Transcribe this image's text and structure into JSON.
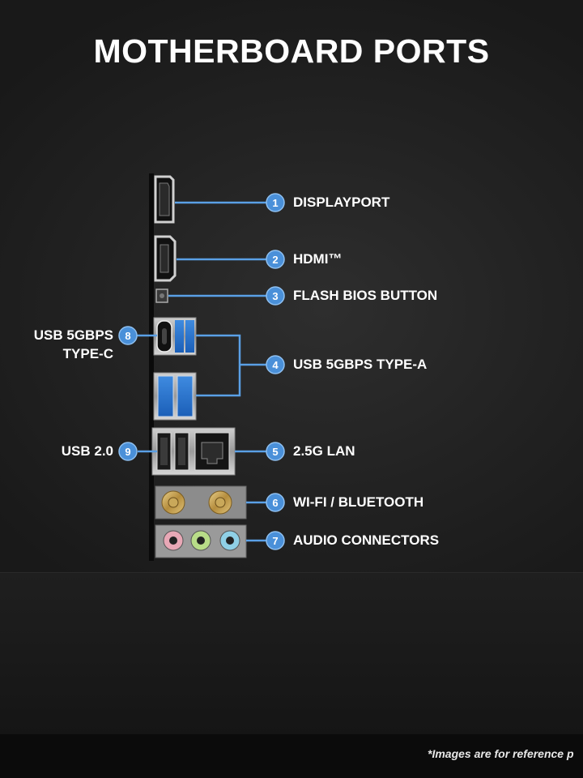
{
  "title": "MOTHERBOARD PORTS",
  "disclaimer": "*Images are for reference p",
  "colors": {
    "accent": "#4a90d9",
    "line": "#5aa0e6",
    "text": "#ffffff",
    "background": "#1e1e1e"
  },
  "ports": [
    {
      "number": "1",
      "label": "DISPLAYPORT"
    },
    {
      "number": "2",
      "label": "HDMI™"
    },
    {
      "number": "3",
      "label": "FLASH BIOS BUTTON"
    },
    {
      "number": "4",
      "label": "USB 5GBPS TYPE-A"
    },
    {
      "number": "5",
      "label": "2.5G LAN"
    },
    {
      "number": "6",
      "label": "WI-FI / BLUETOOTH"
    },
    {
      "number": "7",
      "label": "AUDIO CONNECTORS"
    },
    {
      "number": "8",
      "label_line1": "USB 5GBPS",
      "label_line2": "TYPE-C"
    },
    {
      "number": "9",
      "label": "USB 2.0"
    }
  ]
}
